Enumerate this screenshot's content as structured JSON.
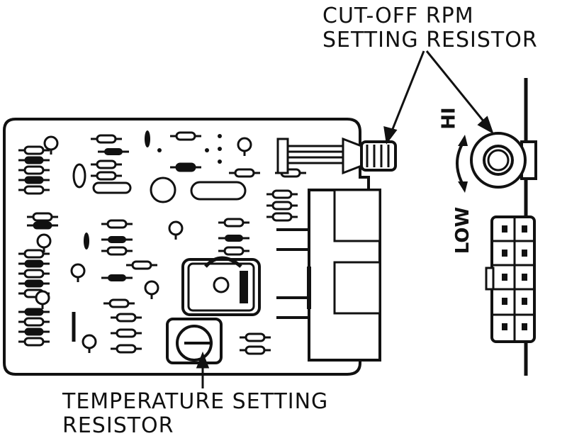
{
  "labels": {
    "cutoff_line1": "CUT-OFF RPM",
    "cutoff_line2": "SETTING RESISTOR",
    "temp_line1": "TEMPERATURE SETTING",
    "temp_line2": "RESISTOR",
    "knob_hi": "HI",
    "knob_low": "LOW"
  },
  "colors": {
    "ink": "#111111",
    "paper": "#ffffff"
  }
}
